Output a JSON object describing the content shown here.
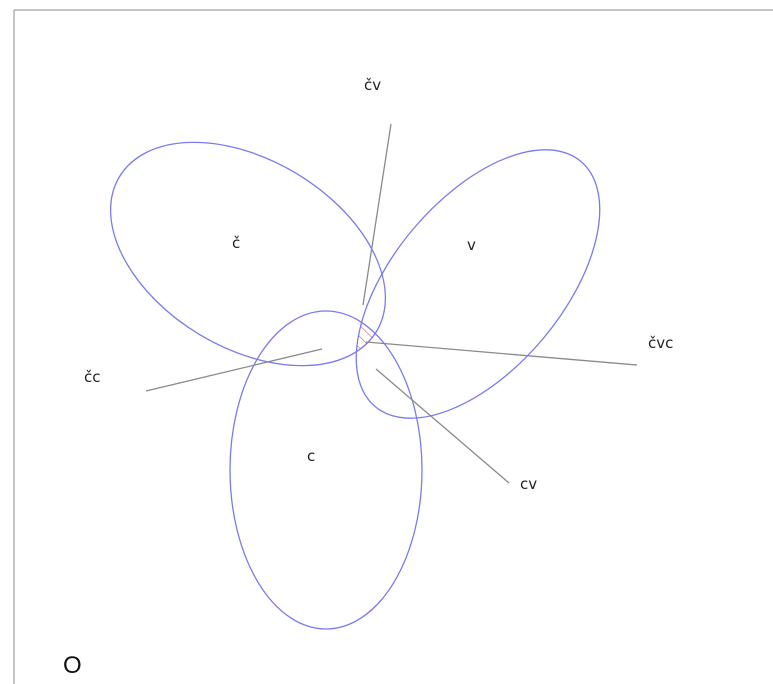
{
  "region_labels": {
    "c_hacek": "č",
    "v": "v",
    "c": "c"
  },
  "intersection_labels": {
    "c_hacek_v": "čv",
    "c_hacek_c": "čc",
    "c_hacek_v_c": "čvc",
    "c_v": "cv"
  },
  "corner_label": "O",
  "colors": {
    "ellipse_stroke": "#7a7aee",
    "leader_line": "#8a8a8a",
    "hatch": "#e05a5a",
    "frame": "#888888"
  }
}
